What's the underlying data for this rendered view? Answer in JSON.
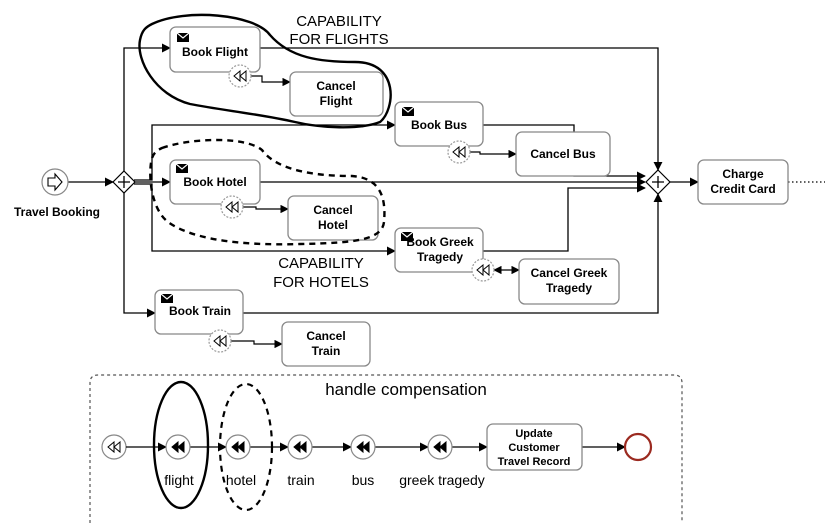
{
  "start_event": {
    "label": "Travel Booking"
  },
  "tasks": {
    "book_flight": [
      "Book Flight"
    ],
    "cancel_flight": [
      "Cancel",
      "Flight"
    ],
    "book_bus": [
      "Book Bus"
    ],
    "cancel_bus": [
      "Cancel Bus"
    ],
    "book_hotel": [
      "Book Hotel"
    ],
    "cancel_hotel": [
      "Cancel",
      "Hotel"
    ],
    "book_greek": [
      "Book Greek",
      "Tragedy"
    ],
    "cancel_greek": [
      "Cancel Greek",
      "Tragedy"
    ],
    "book_train": [
      "Book Train"
    ],
    "cancel_train": [
      "Cancel",
      "Train"
    ],
    "charge": [
      "Charge",
      "Credit Card"
    ],
    "update": [
      "Update",
      "Customer",
      "Travel Record"
    ]
  },
  "annotations": {
    "cap_flights": [
      "CAPABILITY",
      "FOR FLIGHTS"
    ],
    "cap_hotels": [
      "CAPABILITY",
      "FOR HOTELS"
    ]
  },
  "subprocess": {
    "title": "handle compensation",
    "labels": [
      "flight",
      "hotel",
      "train",
      "bus",
      "greek tragedy"
    ]
  },
  "colors": {
    "end_event": "#9b2a20",
    "flow": "#000000",
    "task_border": "#888888"
  },
  "icons": [
    "message-icon",
    "compensation-icon",
    "gateway-parallel-icon",
    "start-event-icon",
    "end-event-icon"
  ]
}
